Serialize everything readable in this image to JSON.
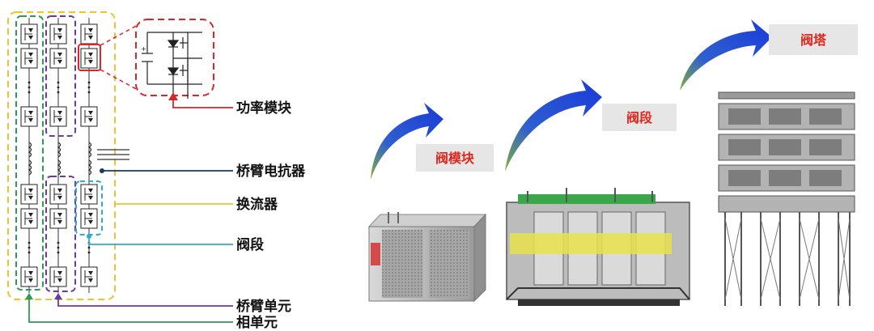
{
  "labels": {
    "power_module": "功率模块",
    "arm_reactor": "桥臂电抗器",
    "converter": "换流器",
    "valve_section": "阀段",
    "arm_unit": "桥臂单元",
    "phase_unit": "相单元"
  },
  "stages": {
    "valve_module": "阀模块",
    "valve_section": "阀段",
    "valve_tower": "阀塔"
  },
  "colors": {
    "converter": "#f2c12e",
    "phase_unit": "#2e9a52",
    "arm_unit": "#6a3aa0",
    "valve_section": "#2aaed8",
    "arm_reactor": "#1c3a5c",
    "power_module": "#d8262c",
    "arrow": "#1f3fd0",
    "tag_bg": "#e6e6e6",
    "tag_text": "#e1261c"
  }
}
